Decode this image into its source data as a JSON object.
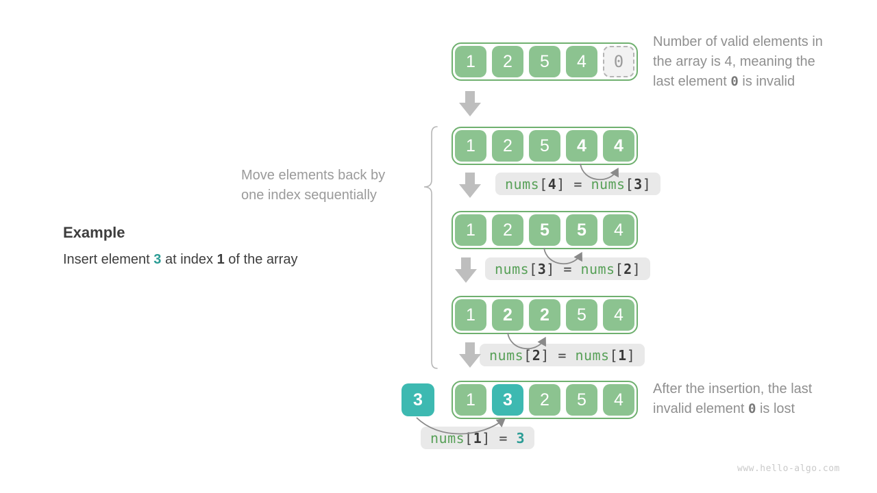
{
  "page": {
    "watermark": "www.hello-algo.com"
  },
  "colors": {
    "cell_green": "#8CC390",
    "container_border_green": "#6FB06F",
    "insert_teal": "#3DB9B1",
    "label_background": "#E9E9E9",
    "code_green": "#57A057",
    "block_arrow_grey": "#BEBEBE",
    "arc_arrow_grey": "#8A8A8A",
    "note_grey": "#8F8F8F",
    "invalid_cell_bg": "#F2F2F2",
    "invalid_cell_border": "#B4B4B4"
  },
  "example": {
    "title": "Example",
    "description": [
      {
        "t": "Insert element "
      },
      {
        "t": "3",
        "c": "t"
      },
      {
        "t": " at index "
      },
      {
        "t": "1",
        "c": "b"
      },
      {
        "t": " of the array"
      }
    ]
  },
  "notes": {
    "move": [
      {
        "t": "Move elements back by"
      },
      {
        "br": true
      },
      {
        "t": "one index sequentially"
      }
    ],
    "top_right": [
      {
        "t": "Number of valid elements in"
      },
      {
        "br": true
      },
      {
        "t": "the array is 4, meaning the"
      },
      {
        "br": true
      },
      {
        "t": "last element "
      },
      {
        "t": "0",
        "c": "mono0"
      },
      {
        "t": " is invalid"
      }
    ],
    "bottom_right": [
      {
        "t": "After the insertion, the last"
      },
      {
        "br": true
      },
      {
        "t": "invalid element "
      },
      {
        "t": "0",
        "c": "mono0"
      },
      {
        "t": " is lost"
      }
    ]
  },
  "insert": {
    "value": "3"
  },
  "arrays": [
    {
      "cells": [
        {
          "v": "1"
        },
        {
          "v": "2"
        },
        {
          "v": "5"
        },
        {
          "v": "4"
        },
        {
          "v": "0",
          "kind": "invalid"
        }
      ]
    },
    {
      "cells": [
        {
          "v": "1"
        },
        {
          "v": "2"
        },
        {
          "v": "5"
        },
        {
          "v": "4",
          "bold": true
        },
        {
          "v": "4",
          "bold": true
        }
      ]
    },
    {
      "cells": [
        {
          "v": "1"
        },
        {
          "v": "2"
        },
        {
          "v": "5",
          "bold": true
        },
        {
          "v": "5",
          "bold": true
        },
        {
          "v": "4"
        }
      ]
    },
    {
      "cells": [
        {
          "v": "1"
        },
        {
          "v": "2",
          "bold": true
        },
        {
          "v": "2",
          "bold": true
        },
        {
          "v": "5"
        },
        {
          "v": "4"
        }
      ]
    },
    {
      "cells": [
        {
          "v": "1"
        },
        {
          "v": "3",
          "kind": "insert",
          "bold": true
        },
        {
          "v": "2"
        },
        {
          "v": "5"
        },
        {
          "v": "4"
        }
      ]
    }
  ],
  "labels": [
    {
      "segments": [
        {
          "t": "nums",
          "c": "g"
        },
        {
          "t": "[",
          "c": "p"
        },
        {
          "t": "4",
          "c": "i"
        },
        {
          "t": "]",
          "c": "p"
        },
        {
          "t": " = ",
          "c": "p"
        },
        {
          "t": "nums",
          "c": "g"
        },
        {
          "t": "[",
          "c": "p"
        },
        {
          "t": "3",
          "c": "i"
        },
        {
          "t": "]",
          "c": "p"
        }
      ]
    },
    {
      "segments": [
        {
          "t": "nums",
          "c": "g"
        },
        {
          "t": "[",
          "c": "p"
        },
        {
          "t": "3",
          "c": "i"
        },
        {
          "t": "]",
          "c": "p"
        },
        {
          "t": " = ",
          "c": "p"
        },
        {
          "t": "nums",
          "c": "g"
        },
        {
          "t": "[",
          "c": "p"
        },
        {
          "t": "2",
          "c": "i"
        },
        {
          "t": "]",
          "c": "p"
        }
      ]
    },
    {
      "segments": [
        {
          "t": "nums",
          "c": "g"
        },
        {
          "t": "[",
          "c": "p"
        },
        {
          "t": "2",
          "c": "i"
        },
        {
          "t": "]",
          "c": "p"
        },
        {
          "t": " = ",
          "c": "p"
        },
        {
          "t": "nums",
          "c": "g"
        },
        {
          "t": "[",
          "c": "p"
        },
        {
          "t": "1",
          "c": "i"
        },
        {
          "t": "]",
          "c": "p"
        }
      ]
    },
    {
      "segments": [
        {
          "t": "nums",
          "c": "g"
        },
        {
          "t": "[",
          "c": "p"
        },
        {
          "t": "1",
          "c": "i"
        },
        {
          "t": "]",
          "c": "p"
        },
        {
          "t": " = ",
          "c": "p"
        },
        {
          "t": "3",
          "c": "t"
        }
      ]
    }
  ]
}
